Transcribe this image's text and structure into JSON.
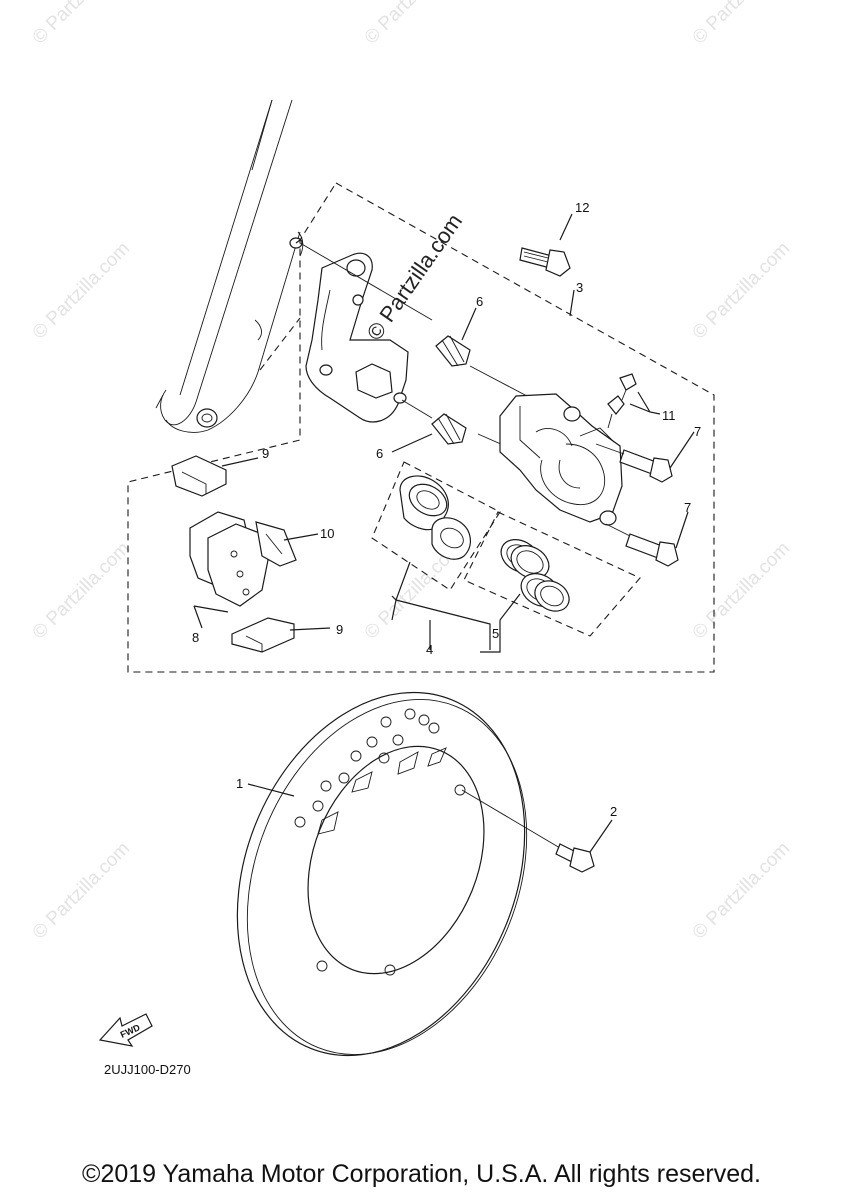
{
  "watermark": {
    "text": "© Partzilla.com",
    "main_text": "© Partzilla.com"
  },
  "callouts": [
    {
      "id": "1",
      "label": "1"
    },
    {
      "id": "2",
      "label": "2"
    },
    {
      "id": "3",
      "label": "3"
    },
    {
      "id": "4",
      "label": "4"
    },
    {
      "id": "5",
      "label": "5"
    },
    {
      "id": "6a",
      "label": "6"
    },
    {
      "id": "6b",
      "label": "6"
    },
    {
      "id": "7a",
      "label": "7"
    },
    {
      "id": "7b",
      "label": "7"
    },
    {
      "id": "8",
      "label": "8"
    },
    {
      "id": "9a",
      "label": "9"
    },
    {
      "id": "9b",
      "label": "9"
    },
    {
      "id": "10",
      "label": "10"
    },
    {
      "id": "11",
      "label": "11"
    },
    {
      "id": "12",
      "label": "12"
    }
  ],
  "fwd_label": "FWD",
  "diagram_code": "2UJJ100-D270",
  "copyright": "©2019 Yamaha Motor Corporation, U.S.A. All rights reserved."
}
